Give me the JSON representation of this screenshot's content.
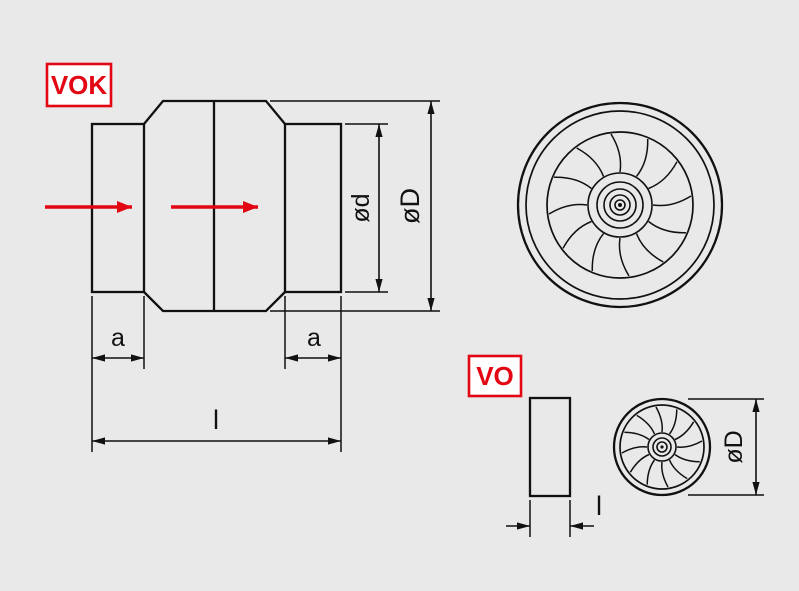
{
  "colors": {
    "background": "#e9e9e9",
    "line": "#111111",
    "accent_red": "#e30613",
    "label_box_fill": "#ffffff"
  },
  "models": {
    "vok": {
      "label": "VOK",
      "dimensions": {
        "inner_diameter": "ød",
        "outer_diameter": "øD",
        "collar_left": "a",
        "collar_right": "a",
        "overall_length": "l"
      }
    },
    "vo": {
      "label": "VO",
      "dimensions": {
        "overall_length": "l",
        "outer_diameter": "øD"
      }
    }
  }
}
